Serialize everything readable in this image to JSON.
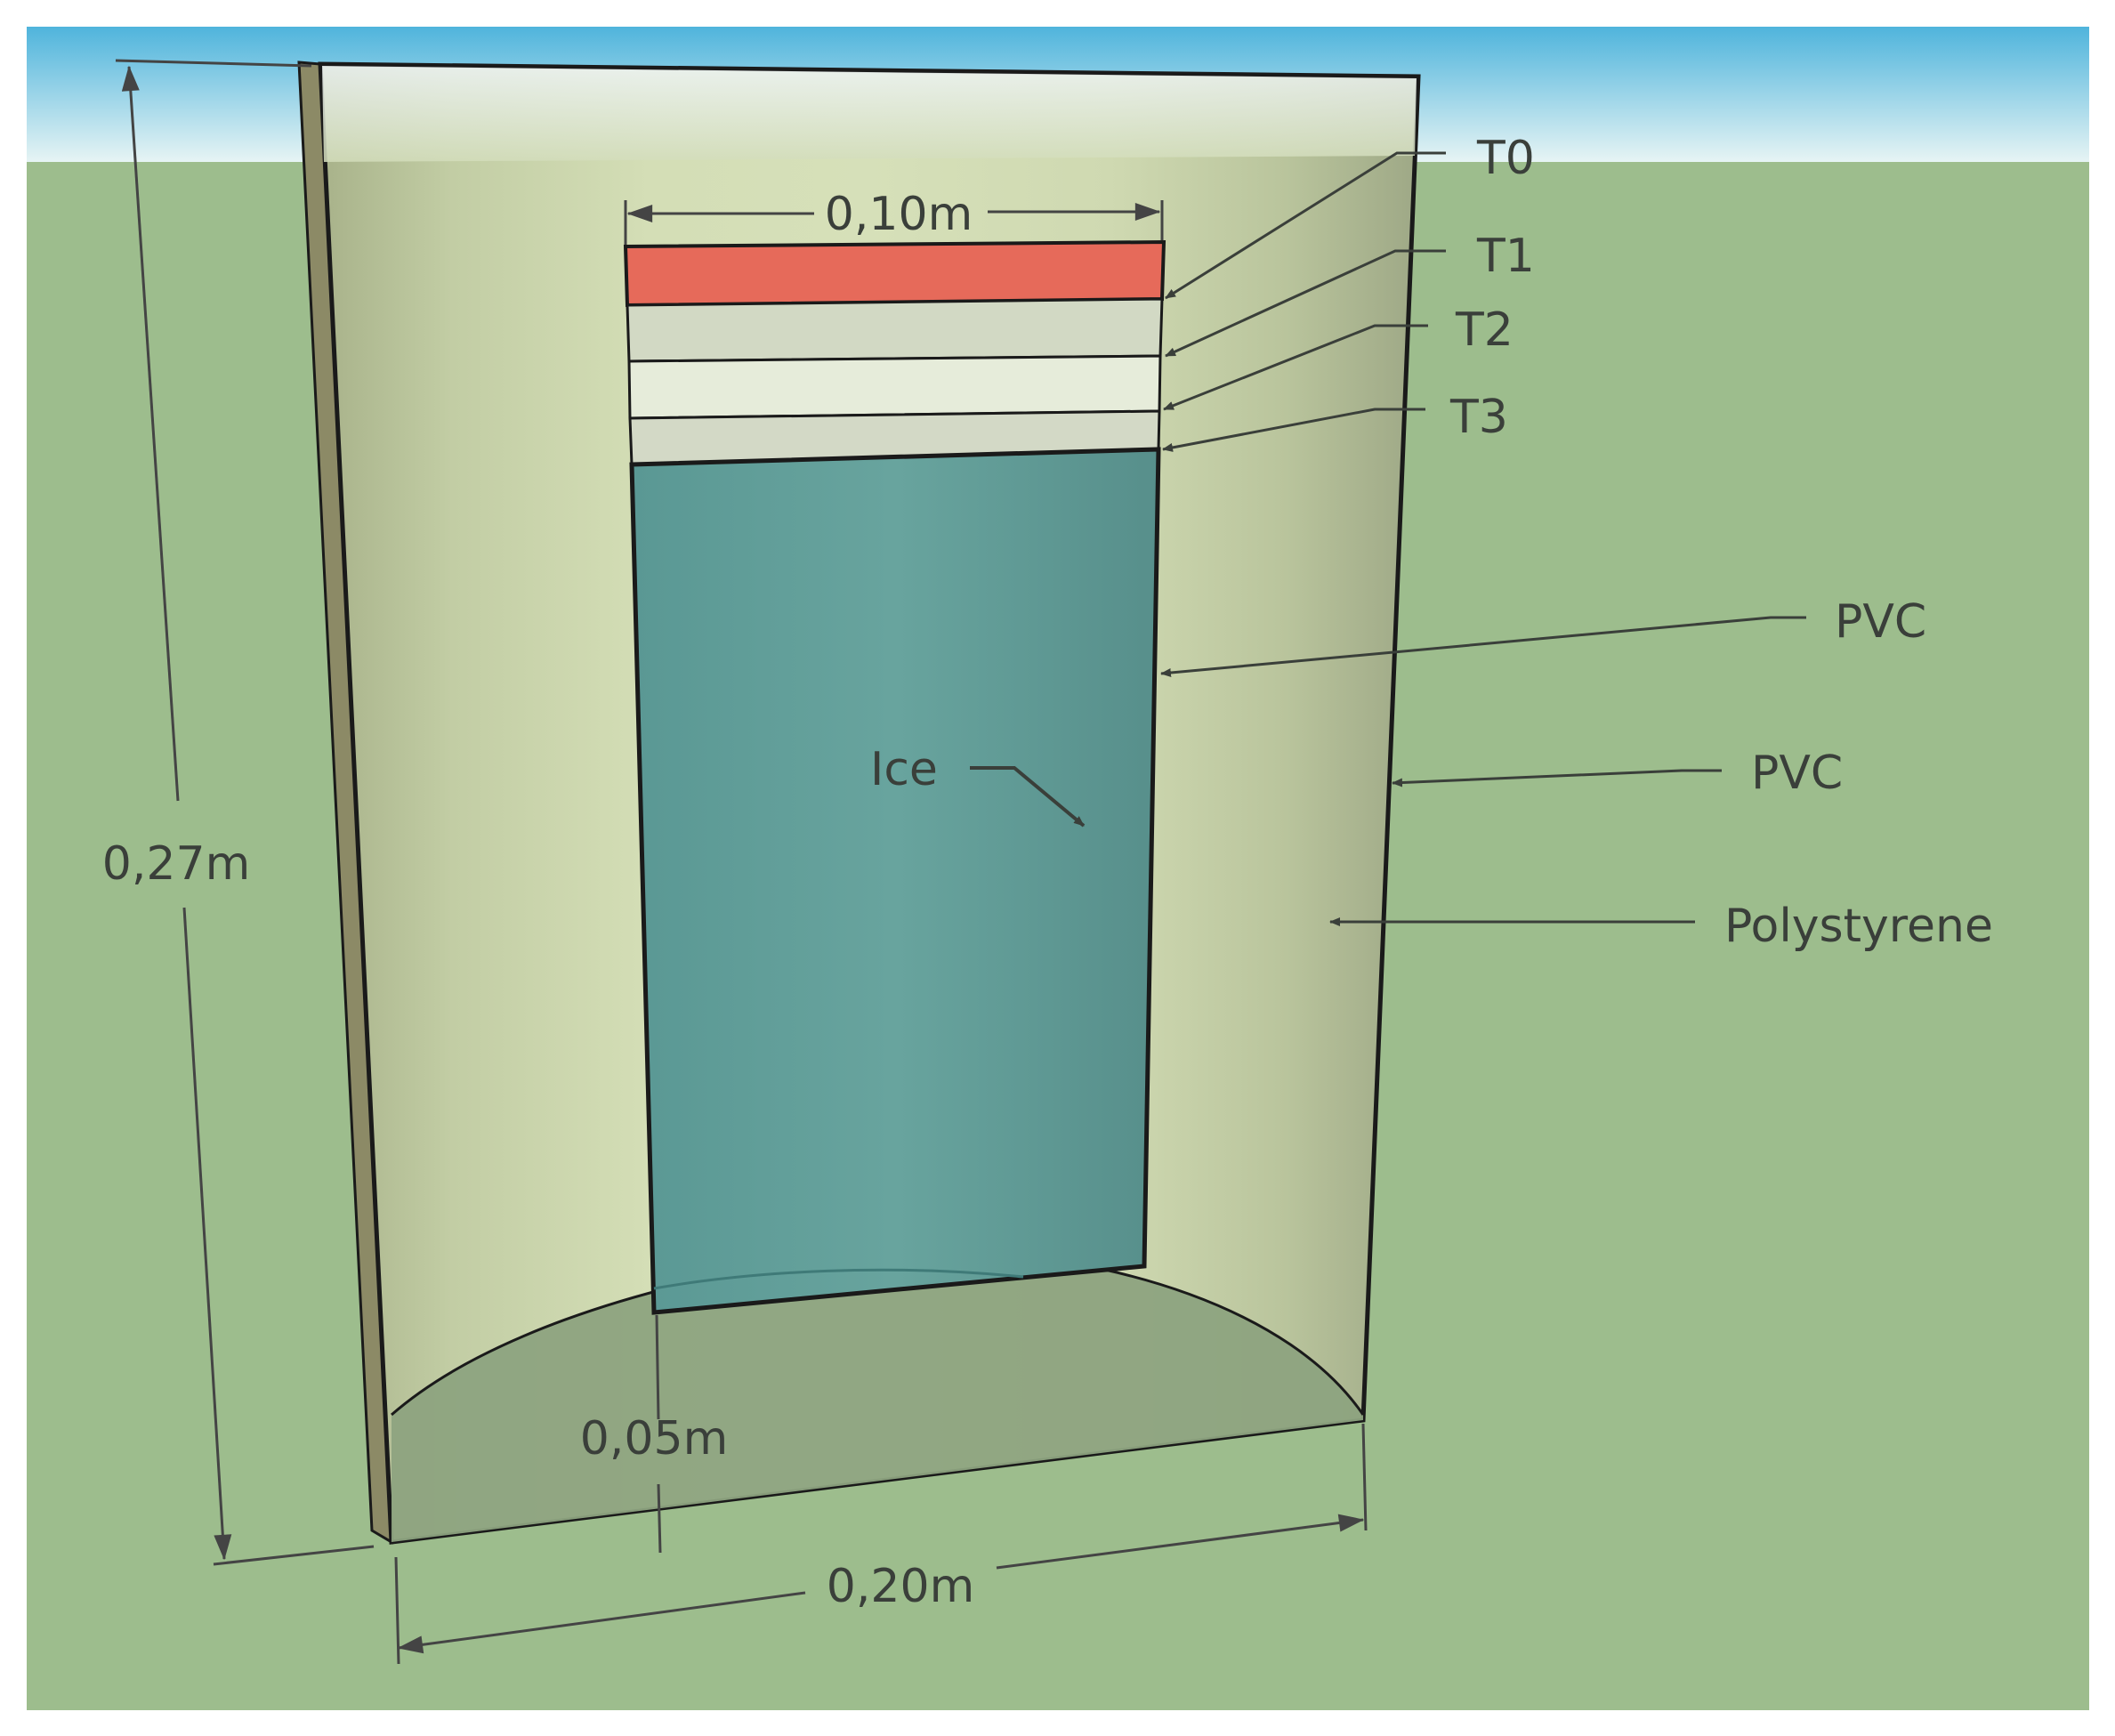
{
  "labels": {
    "t0": "T0",
    "t1": "T1",
    "t2": "T2",
    "t3": "T3",
    "pvc_inner": "PVC",
    "pvc_outer": "PVC",
    "polystyrene": "Polystyrene",
    "ice": "Ice"
  },
  "dimensions": {
    "inner_width": "0,10m",
    "height": "0,27m",
    "inner_offset": "0,05m",
    "outer_width": "0,20m"
  },
  "colors": {
    "sky": "#dfeeec",
    "ground": "#9dbd8d",
    "polystyrene": "#cdd8ad",
    "ice": "#5f9e98",
    "top_layer": "#e66a5a",
    "layer": "#d5dcc8",
    "side_panel": "#8c8a66",
    "outline": "#1a1a1a",
    "text": "#3a3f3a"
  }
}
